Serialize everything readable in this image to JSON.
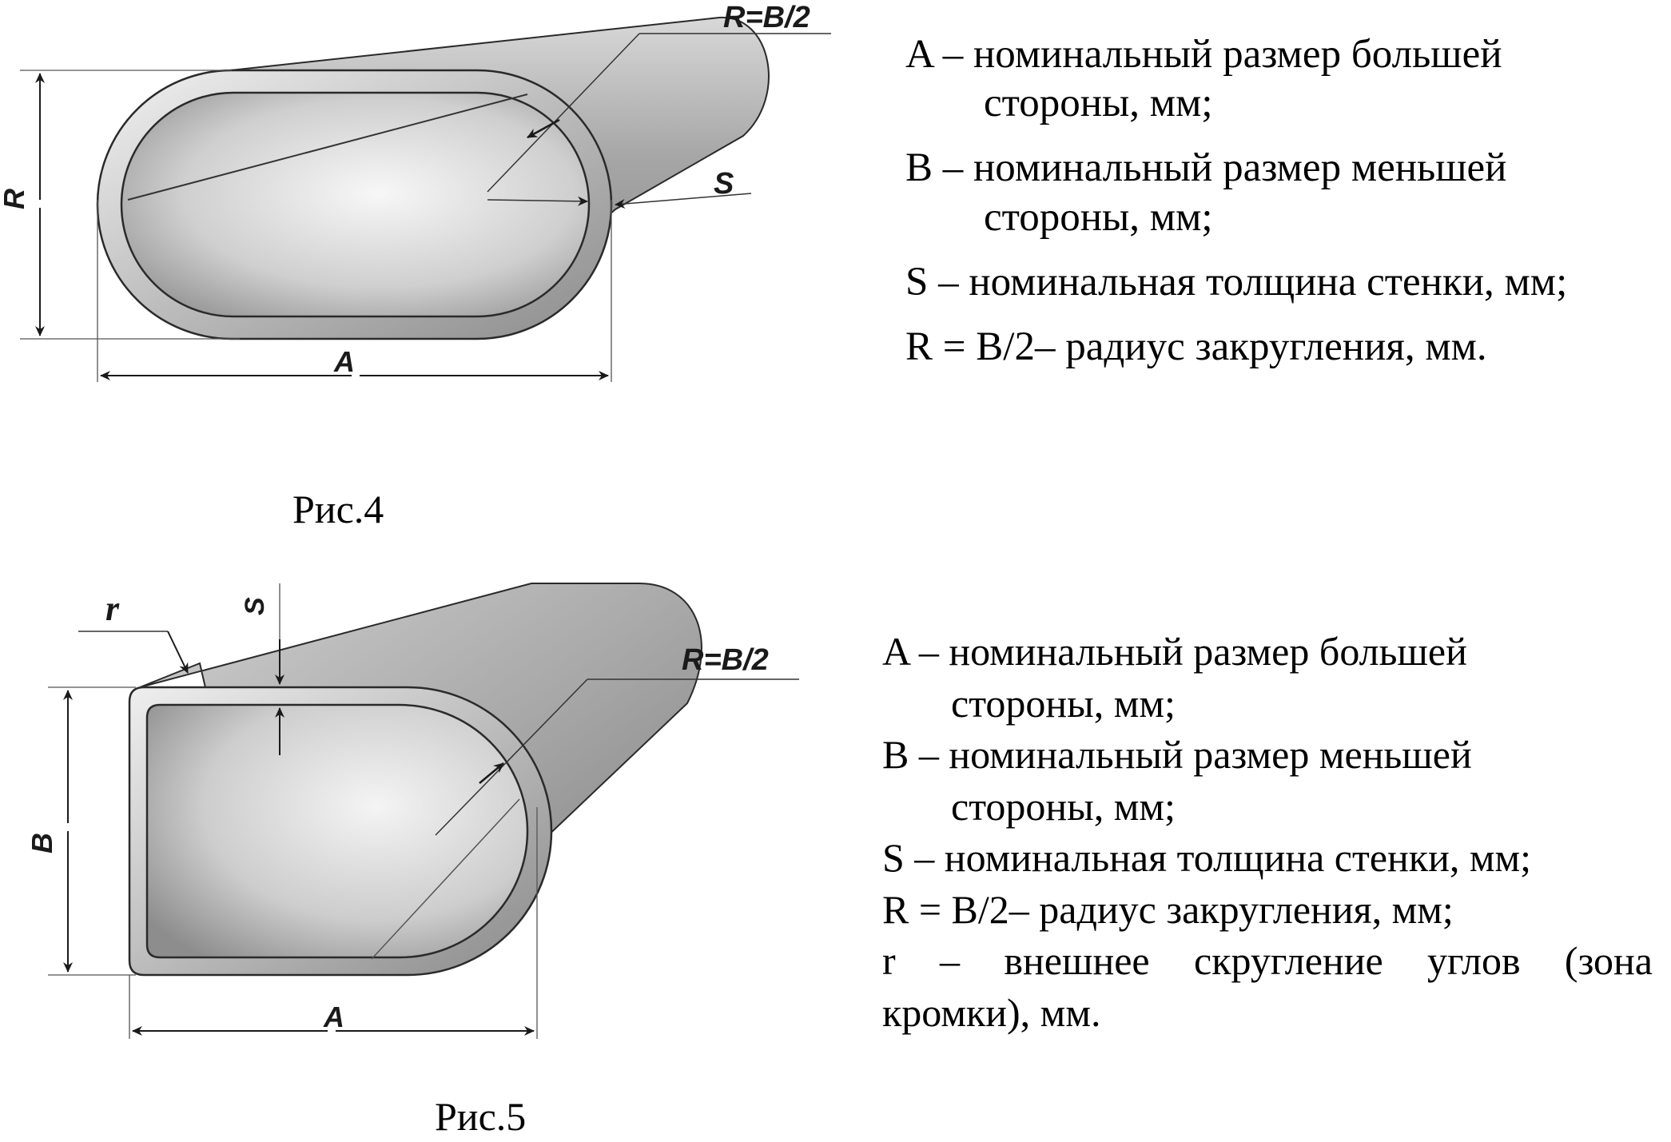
{
  "figure4": {
    "caption": "Рис.4",
    "labels": {
      "radius": "R=B/2",
      "side": "R",
      "width": "A",
      "thickness": "S"
    },
    "legend": [
      {
        "line1": "A – номинальный размер большей",
        "line2": "стороны, мм;"
      },
      {
        "line1": "B – номинальный размер меньшей",
        "line2": "стороны, мм;"
      },
      {
        "line1": "S – номинальная толщина стенки, мм;"
      },
      {
        "line1": "R  = B/2– радиус закругления, мм."
      }
    ]
  },
  "figure5": {
    "caption": "Рис.5",
    "labels": {
      "corner": "r",
      "thickness": "S",
      "radius": "R=B/2",
      "side": "B",
      "width": "A"
    },
    "legend": [
      {
        "line1": "A – номинальный размер большей",
        "line2": "стороны, мм;"
      },
      {
        "line1": "B – номинальный размер меньшей",
        "line2": "стороны, мм;"
      },
      {
        "line1": "S – номинальная  толщина стенки, мм;"
      },
      {
        "line1": "R = B/2– радиус закругления, мм;"
      },
      {
        "line1": "r  –  внешнее  скругление  углов  (зона",
        "line2": "кромки), мм."
      }
    ]
  },
  "colors": {
    "metal_light": "#e6e6e6",
    "metal_mid": "#b8b8b8",
    "metal_dark": "#7a7a7a",
    "outline": "#222222"
  }
}
